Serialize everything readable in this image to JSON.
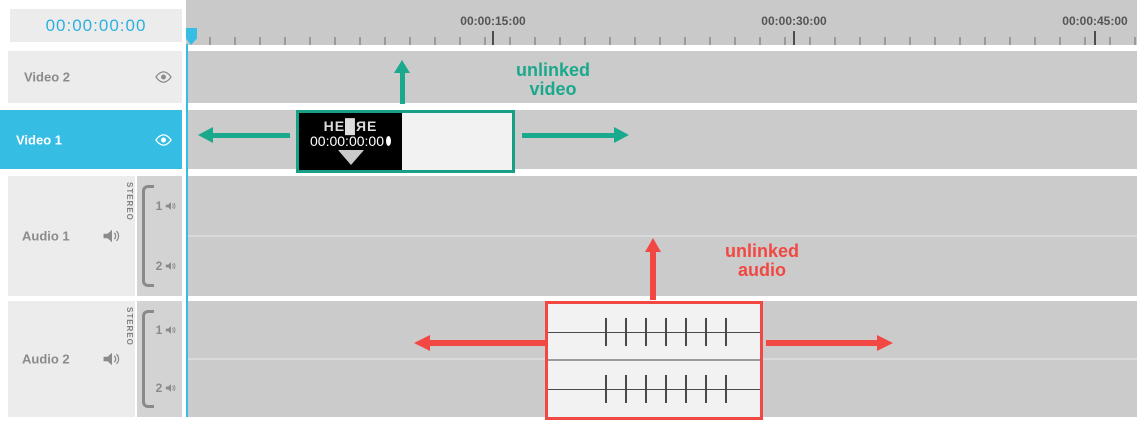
{
  "transport": {
    "timecode": "00:00:00:00"
  },
  "ruler": {
    "labels": [
      {
        "text": "00:00:15:00"
      },
      {
        "text": "00:00:30:00"
      },
      {
        "text": "00:00:45:00"
      }
    ]
  },
  "tracks": {
    "video": [
      {
        "label": "Video 2",
        "active": false
      },
      {
        "label": "Video 1",
        "active": true
      }
    ],
    "audio": [
      {
        "label": "Audio 1",
        "mode": "STEREO",
        "channels": [
          "1",
          "2"
        ]
      },
      {
        "label": "Audio 2",
        "mode": "STEREO",
        "channels": [
          "1",
          "2"
        ]
      }
    ]
  },
  "video_clip": {
    "slate_title": "HE█ЯE",
    "slate_timecode": "00:00:00:00"
  },
  "annotations": {
    "video": [
      "unlinked",
      "video"
    ],
    "audio": [
      "unlinked",
      "audio"
    ]
  },
  "icons": {
    "track_visibility": "eye-icon",
    "track_audio": "speaker-icon",
    "channel_audio": "speaker-icon",
    "playhead": "playhead-marker"
  },
  "colors": {
    "accent_cyan": "#35bde4",
    "timecode_cyan": "#2bb1e0",
    "unlinked_video_teal": "#1aa98c",
    "unlinked_audio_red": "#f24843",
    "lane_gray": "#cbcbcb",
    "header_gray": "#ececec"
  }
}
